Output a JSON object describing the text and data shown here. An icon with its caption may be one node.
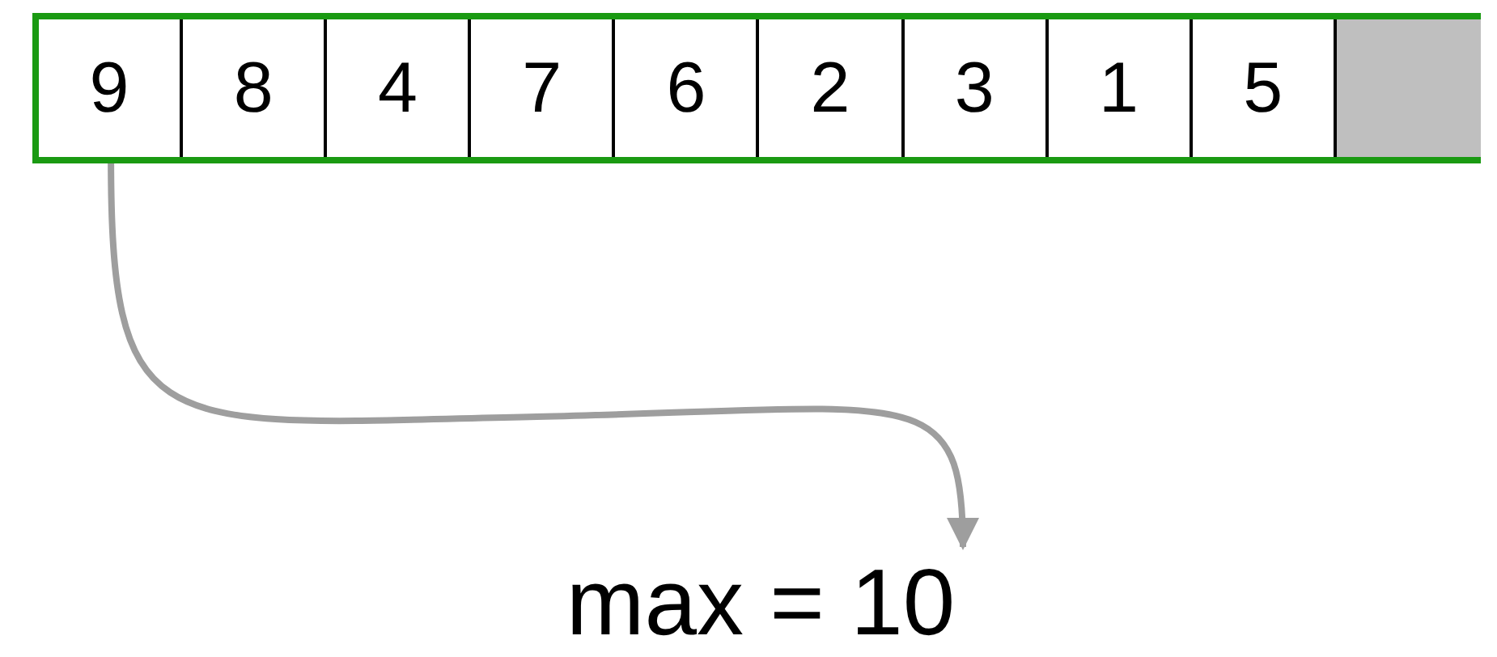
{
  "diagram": {
    "nodes": [
      {
        "text": [],
        "shape": "box"
      },
      {
        "text": [
          "9"
        ],
        "in": 0
      },
      {
        "text": [
          "8"
        ],
        "in": 0
      },
      {
        "text": [
          "4"
        ],
        "in": 0
      },
      {
        "text": [
          "7"
        ],
        "in": 0
      },
      {
        "text": [
          "6"
        ],
        "in": 0
      },
      {
        "text": [
          "2"
        ],
        "in": 0
      },
      {
        "text": [
          "3"
        ],
        "in": 0
      },
      {
        "text": [
          "1"
        ],
        "in": 0
      },
      {
        "text": [
          "5"
        ],
        "in": 0
      },
      {
        "text": [],
        "shape": "box",
        "in": 0
      },
      {
        "text": [
          "max = 10"
        ]
      }
    ],
    "edges": [
      {
        "from": 1,
        "to": 11,
        "arrow": "to",
        "color": "#9e9e9e"
      }
    ]
  }
}
